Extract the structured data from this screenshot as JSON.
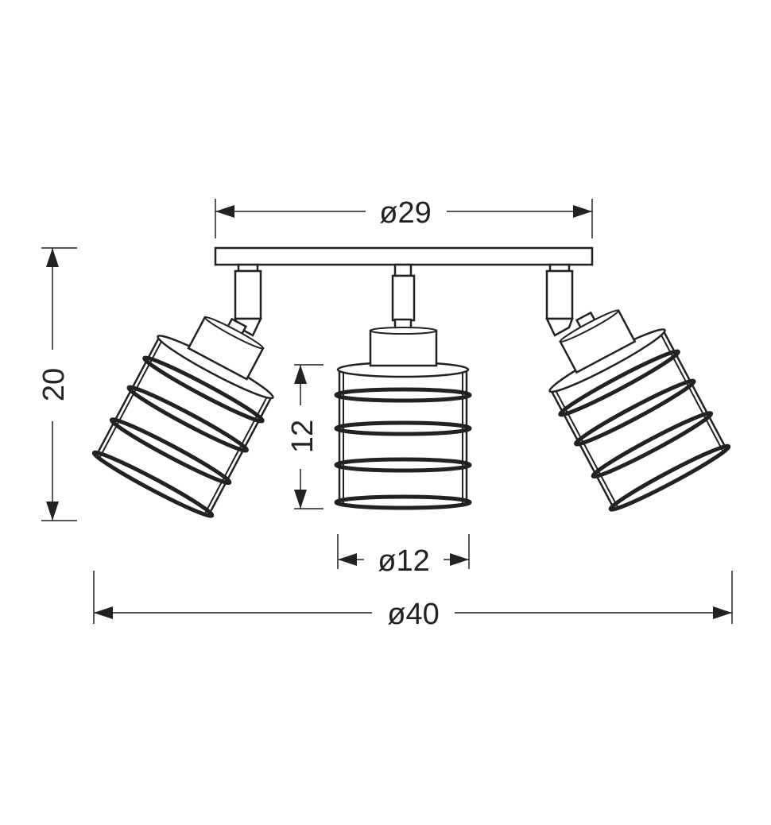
{
  "colors": {
    "line": "#222222",
    "background": "#ffffff"
  },
  "dimensions": {
    "bar_width": "ø29",
    "height": "20",
    "shade_height": "12",
    "shade_diameter": "ø12",
    "total_width": "ø40"
  }
}
